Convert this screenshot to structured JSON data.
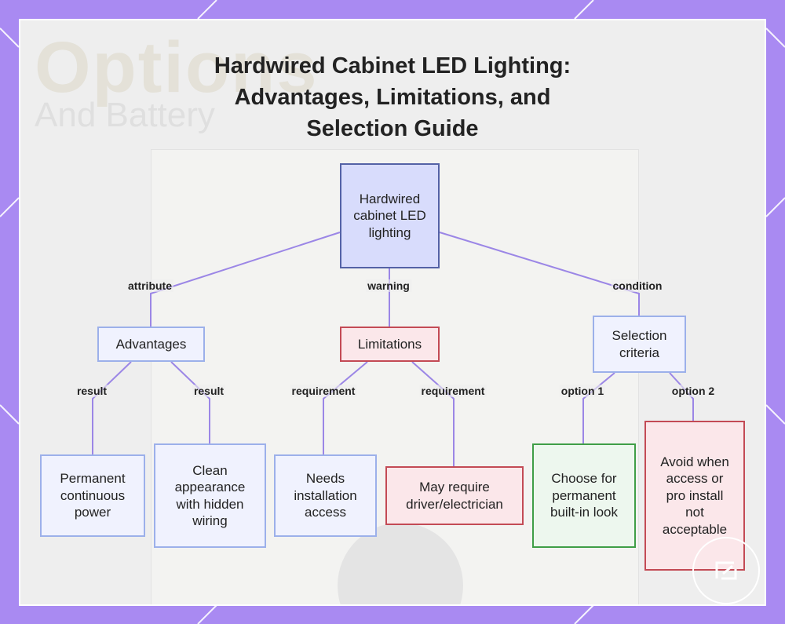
{
  "title": {
    "line1": "Hardwired Cabinet LED Lighting:",
    "line2": "Advantages, Limitations, and",
    "line3": "Selection Guide"
  },
  "background": {
    "word": "Options",
    "subword": "And Battery"
  },
  "nodes": {
    "root": "Hardwired cabinet LED lighting",
    "advantages": "Advantages",
    "limitations": "Limitations",
    "selection": "Selection criteria",
    "permanent_power": "Permanent continuous power",
    "clean_appearance": "Clean appearance with hidden wiring",
    "needs_access": "Needs installation access",
    "may_require": "May require driver/electrician",
    "choose": "Choose for permanent built-in look",
    "avoid": "Avoid when access or pro install not acceptable"
  },
  "edge_labels": {
    "attribute": "attribute",
    "warning": "warning",
    "condition": "condition",
    "result_1": "result",
    "result_2": "result",
    "requirement_1": "requirement",
    "requirement_2": "requirement",
    "option_1": "option 1",
    "option_2": "option 2"
  },
  "colors": {
    "frame": "#a98af2",
    "edge": "#9b86e6",
    "root_fill": "#d8dcfc",
    "limitation_border": "#c34a55",
    "choose_border": "#3f9e47"
  }
}
